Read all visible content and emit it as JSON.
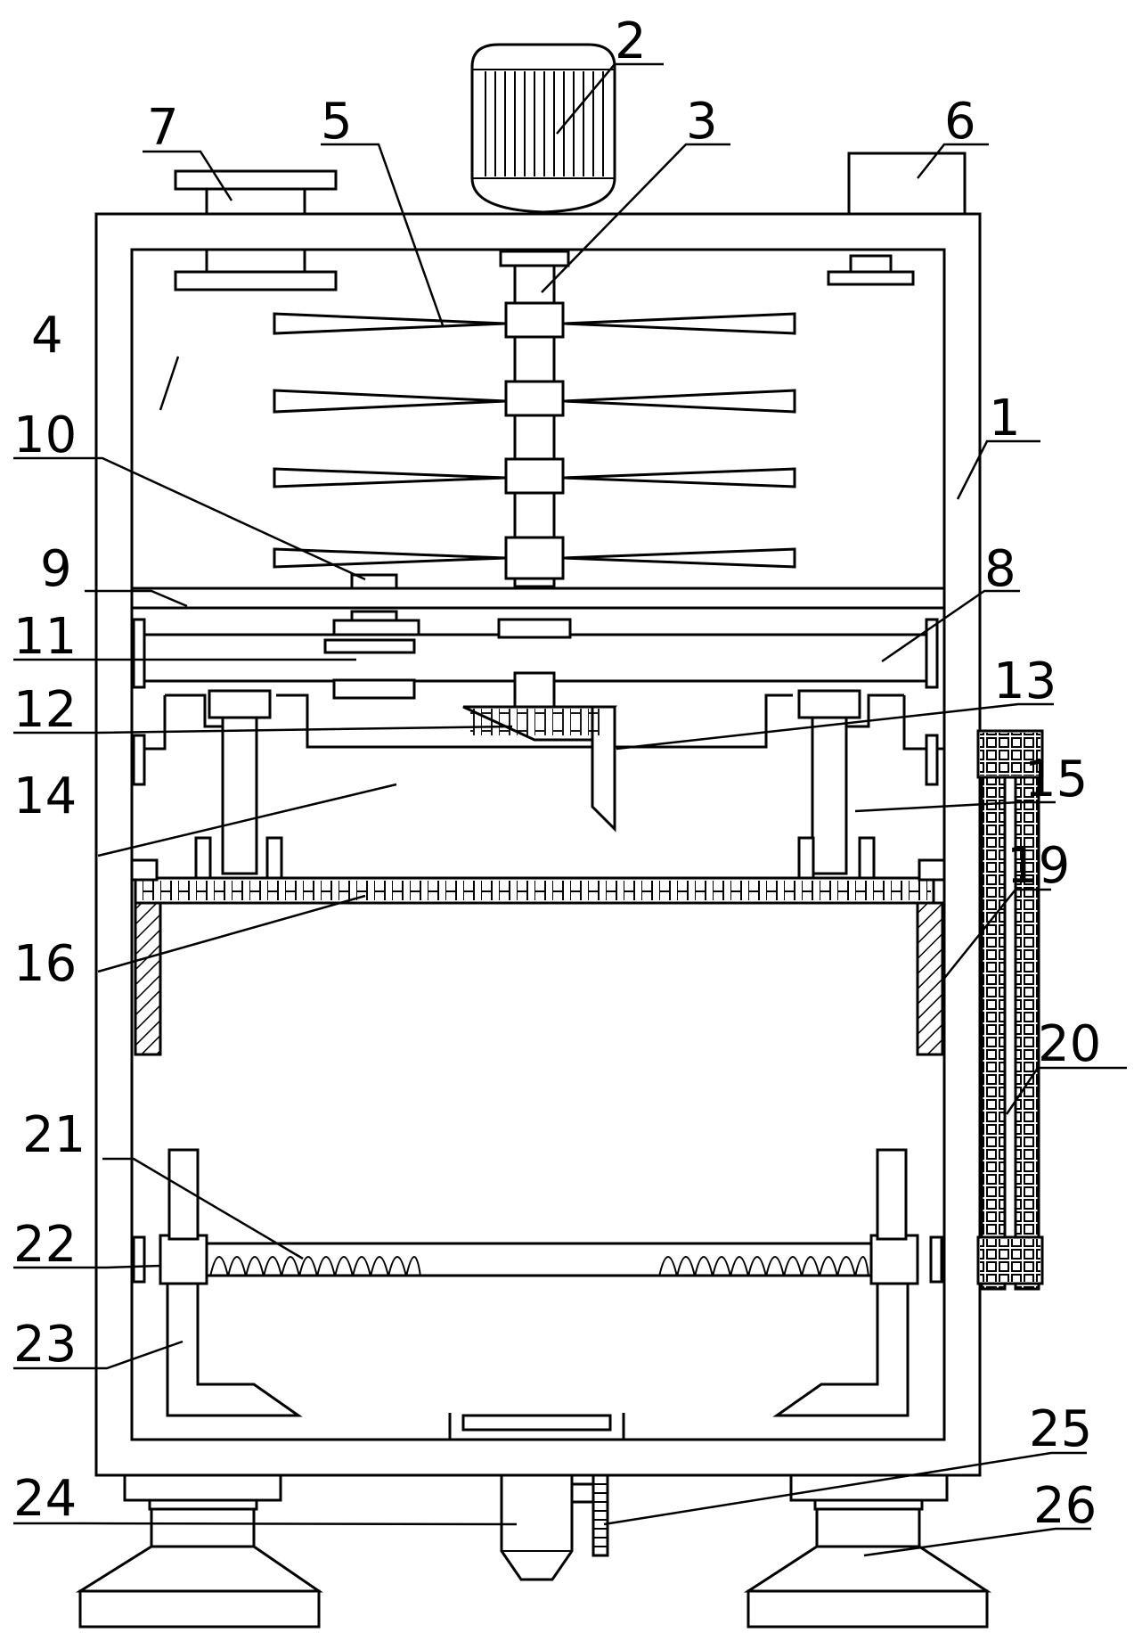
{
  "labels": [
    {
      "id": "1",
      "text": "1"
    },
    {
      "id": "2",
      "text": "2"
    },
    {
      "id": "3",
      "text": "3"
    },
    {
      "id": "4",
      "text": "4"
    },
    {
      "id": "5",
      "text": "5"
    },
    {
      "id": "6",
      "text": "6"
    },
    {
      "id": "7",
      "text": "7"
    },
    {
      "id": "8",
      "text": "8"
    },
    {
      "id": "9",
      "text": "9"
    },
    {
      "id": "10",
      "text": "10"
    },
    {
      "id": "11",
      "text": "11"
    },
    {
      "id": "12",
      "text": "12"
    },
    {
      "id": "13",
      "text": "13"
    },
    {
      "id": "14",
      "text": "14"
    },
    {
      "id": "15",
      "text": "15"
    },
    {
      "id": "16",
      "text": "16"
    },
    {
      "id": "19",
      "text": "19"
    },
    {
      "id": "20",
      "text": "20"
    },
    {
      "id": "21",
      "text": "21"
    },
    {
      "id": "22",
      "text": "22"
    },
    {
      "id": "23",
      "text": "23"
    },
    {
      "id": "24",
      "text": "24"
    },
    {
      "id": "25",
      "text": "25"
    },
    {
      "id": "26",
      "text": "26"
    }
  ]
}
